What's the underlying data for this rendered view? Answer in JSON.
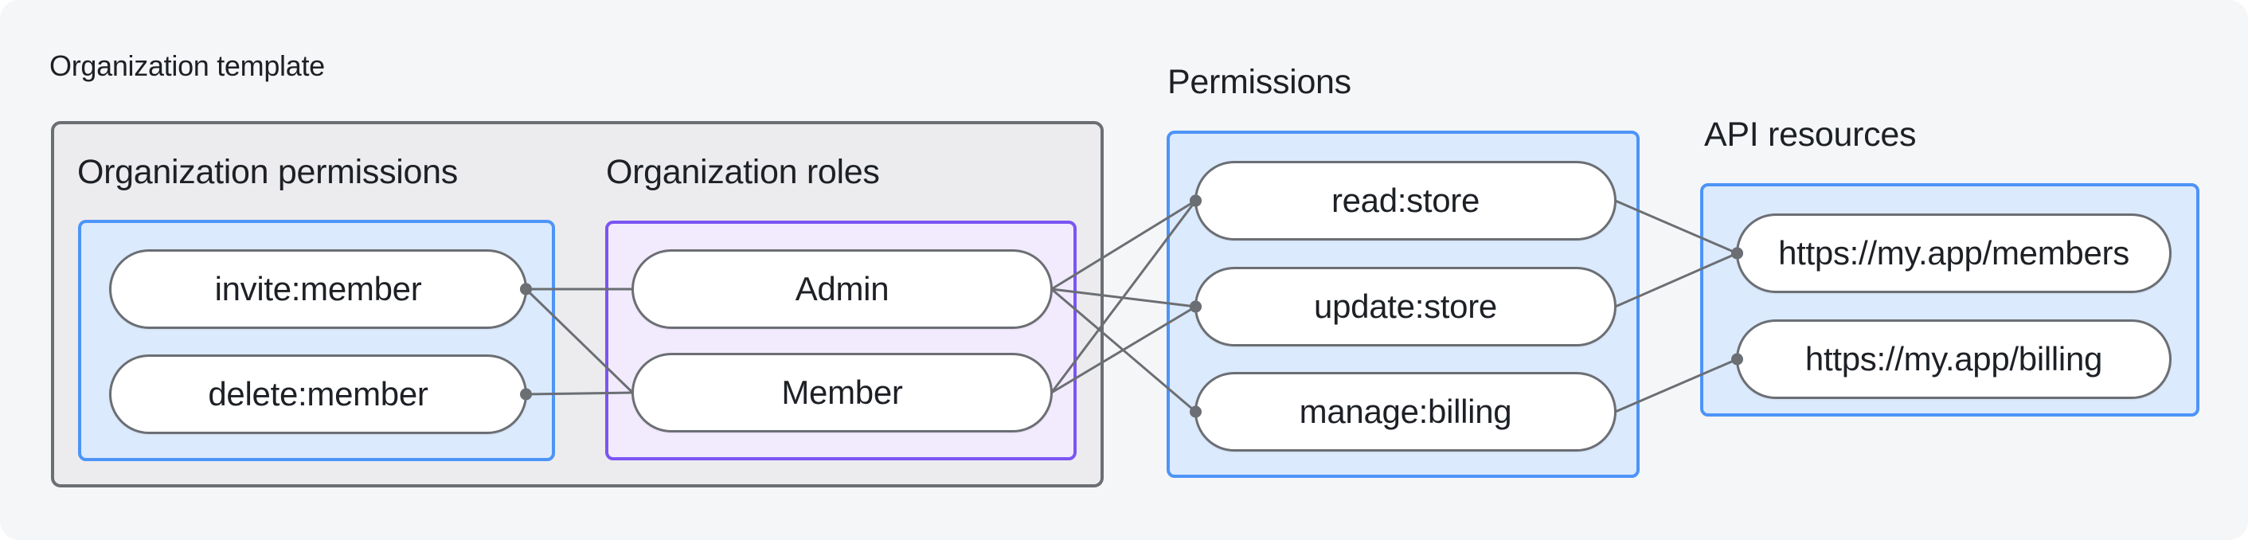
{
  "diagram": {
    "org_template": {
      "label": "Organization template"
    },
    "org_permissions": {
      "label": "Organization permissions",
      "nodes": [
        {
          "id": "invite_member",
          "label": "invite:member"
        },
        {
          "id": "delete_member",
          "label": "delete:member"
        }
      ]
    },
    "org_roles": {
      "label": "Organization roles",
      "nodes": [
        {
          "id": "admin",
          "label": "Admin"
        },
        {
          "id": "member",
          "label": "Member"
        }
      ]
    },
    "permissions": {
      "label": "Permissions",
      "nodes": [
        {
          "id": "read_store",
          "label": "read:store"
        },
        {
          "id": "update_store",
          "label": "update:store"
        },
        {
          "id": "manage_billing",
          "label": "manage:billing"
        }
      ]
    },
    "api_resources": {
      "label": "API resources",
      "nodes": [
        {
          "id": "members_api",
          "label": "https://my.app/members"
        },
        {
          "id": "billing_api",
          "label": "https://my.app/billing"
        }
      ]
    },
    "connections": [
      {
        "from": "invite_member",
        "to": "admin",
        "dot": "from"
      },
      {
        "from": "invite_member",
        "to": "member",
        "dot": "from"
      },
      {
        "from": "delete_member",
        "to": "member",
        "dot": "from"
      },
      {
        "from": "admin",
        "to": "read_store",
        "dot": "to"
      },
      {
        "from": "admin",
        "to": "update_store",
        "dot": "to"
      },
      {
        "from": "admin",
        "to": "manage_billing",
        "dot": "to"
      },
      {
        "from": "member",
        "to": "read_store",
        "dot": "to"
      },
      {
        "from": "member",
        "to": "update_store",
        "dot": "to"
      },
      {
        "from": "read_store",
        "to": "members_api",
        "dot": "to"
      },
      {
        "from": "update_store",
        "to": "members_api",
        "dot": "to"
      },
      {
        "from": "manage_billing",
        "to": "billing_api",
        "dot": "to"
      }
    ],
    "colors": {
      "canvas_bg": "#f5f6f7",
      "gray_box_fill": "#ececee",
      "gray_border": "#6b6e73",
      "blue_border": "#4d94f8",
      "blue_fill": "#dbeafc",
      "purple_border": "#7b55f3",
      "purple_fill": "#f2ebfd",
      "line_gray": "#6b6e73",
      "text": "#1d2025"
    }
  }
}
